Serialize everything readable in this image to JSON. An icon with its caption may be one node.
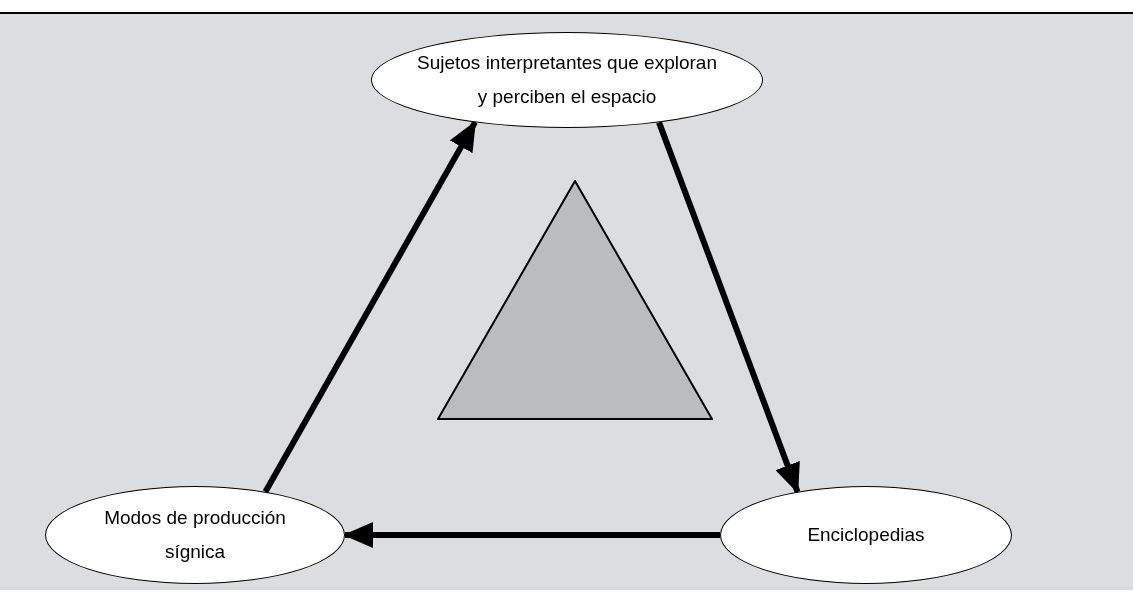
{
  "diagram": {
    "nodes": [
      {
        "text": [
          "Sujetos interpretantes que exploran y perciben el espacio"
        ]
      },
      {
        "text": [],
        "shape": "triangle"
      },
      {
        "text": [
          "Modos de producción sígnica"
        ]
      },
      {
        "text": [
          "Enciclopedias"
        ]
      }
    ],
    "edges": [
      {
        "from": 2,
        "to": 0,
        "arrow": "to"
      },
      {
        "from": 0,
        "to": 3,
        "arrow": "to"
      },
      {
        "from": 3,
        "to": 2,
        "arrow": "to"
      }
    ]
  }
}
